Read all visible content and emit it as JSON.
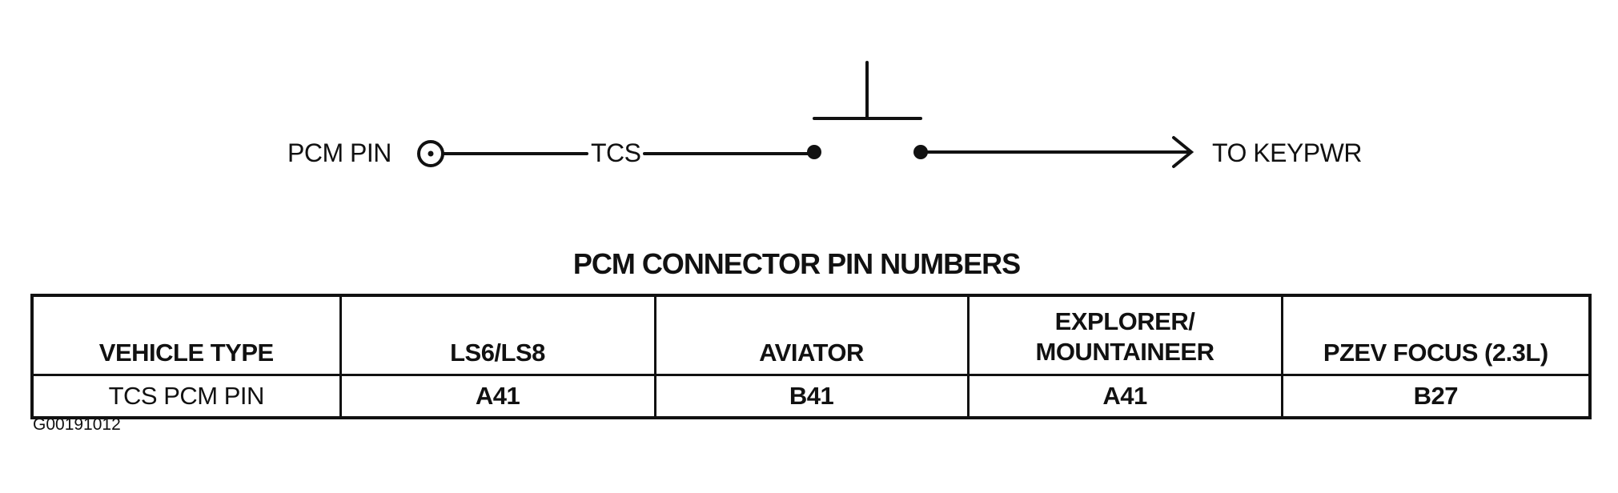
{
  "schematic": {
    "pcm_pin_label": "PCM PIN",
    "circuit_label": "TCS",
    "destination_label": "TO KEYPWR"
  },
  "table": {
    "title": "PCM CONNECTOR PIN NUMBERS",
    "header": [
      "VEHICLE TYPE",
      "LS6/LS8",
      "AVIATOR",
      "EXPLORER/\nMOUNTAINEER",
      "PZEV FOCUS (2.3L)"
    ],
    "row_label": "TCS PCM PIN",
    "values": [
      "A41",
      "B41",
      "A41",
      "B27"
    ]
  },
  "figure_code": "G00191012"
}
